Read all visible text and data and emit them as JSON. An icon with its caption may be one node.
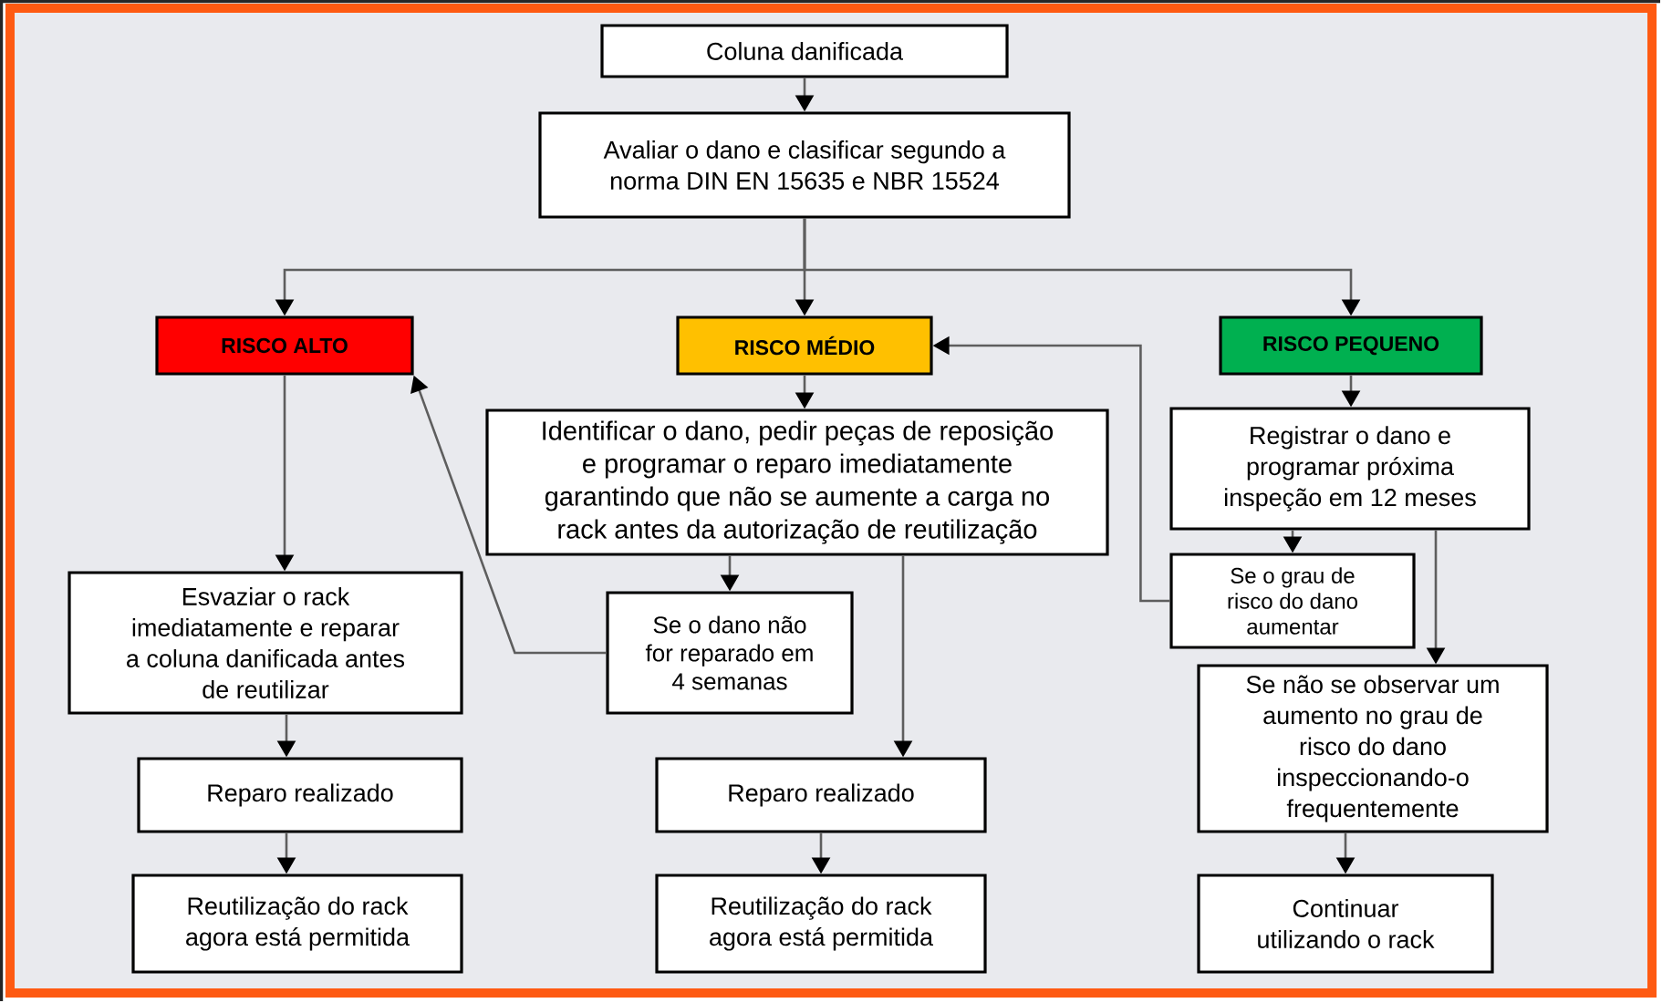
{
  "diagram": {
    "nodes": [
      {
        "text": [
          "Coluna danificada"
        ]
      },
      {
        "text": [
          "Avaliar o dano e clasificar segundo a norma DIN EN 15635 e NBR 15524"
        ]
      },
      {
        "text": [
          "RISCO ALTO"
        ]
      },
      {
        "text": [
          "RISCO MÉDIO"
        ]
      },
      {
        "text": [
          "RISCO PEQUENO"
        ]
      },
      {
        "text": [
          "Identificar o dano, pedir peças de reposição e programar o reparo imediatamente garantindo que não se aumente a carga no rack antes da autorização de reutilização"
        ]
      },
      {
        "text": [
          "Registrar o dano e programar próxima inspeção em 12 meses"
        ]
      },
      {
        "text": [
          "Esvaziar o rack imediatamente e reparar a coluna danificada antes de reutilizar"
        ]
      },
      {
        "text": [
          "Se o dano não for reparado em 4 semanas"
        ]
      },
      {
        "text": [
          "Se o grau de risco do dano aumentar"
        ]
      },
      {
        "text": [
          "Se não se observar um aumento no grau de risco do dano inspeccionando-o frequentemente"
        ]
      },
      {
        "text": [
          "Reparo realizado"
        ]
      },
      {
        "text": [
          "Reparo realizado"
        ]
      },
      {
        "text": [
          "Reutilização do rack agora está permitida"
        ]
      },
      {
        "text": [
          "Reutilização do rack agora está permitida"
        ]
      },
      {
        "text": [
          "Continuar utilizando o rack"
        ]
      }
    ],
    "edges": [
      {
        "from": 0,
        "to": 1,
        "arrow": "to"
      },
      {
        "from": 1,
        "to": 2,
        "arrow": "to"
      },
      {
        "from": 1,
        "to": 3,
        "arrow": "to"
      },
      {
        "from": 1,
        "to": 4,
        "arrow": "to"
      },
      {
        "from": 2,
        "to": 7,
        "arrow": "to"
      },
      {
        "from": 3,
        "to": 5,
        "arrow": "to"
      },
      {
        "from": 4,
        "to": 6,
        "arrow": "to"
      },
      {
        "from": 5,
        "to": 8,
        "arrow": "to"
      },
      {
        "from": 5,
        "to": 12,
        "arrow": "to"
      },
      {
        "from": 6,
        "to": 9,
        "arrow": "to"
      },
      {
        "from": 6,
        "to": 10,
        "arrow": "to"
      },
      {
        "from": 8,
        "to": 2,
        "arrow": "to"
      },
      {
        "from": 9,
        "to": 3,
        "arrow": "to"
      },
      {
        "from": 7,
        "to": 11,
        "arrow": "to"
      },
      {
        "from": 11,
        "to": 13,
        "arrow": "to"
      },
      {
        "from": 12,
        "to": 14,
        "arrow": "to"
      },
      {
        "from": 10,
        "to": 15,
        "arrow": "to"
      }
    ]
  }
}
